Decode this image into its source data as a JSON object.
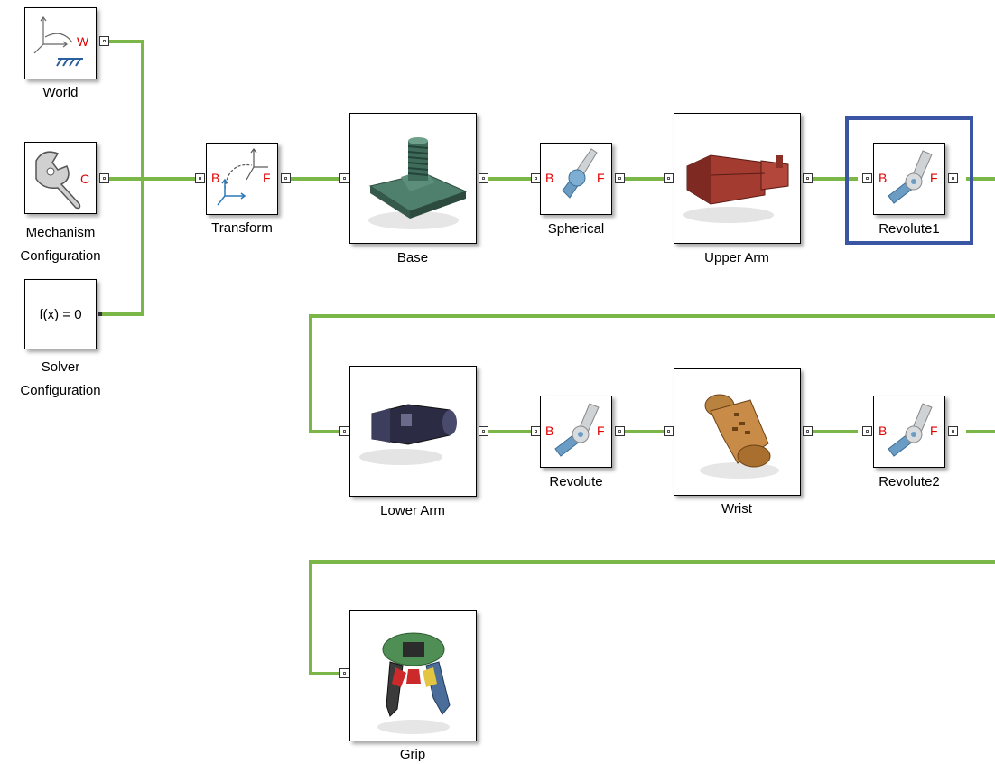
{
  "colors": {
    "wire": "#7ab648",
    "selection": "#3b55a5",
    "port_label": "#e00000"
  },
  "blocks": {
    "world": {
      "label": "World",
      "port_w": "W",
      "icon": "world-frame-icon"
    },
    "mechanism": {
      "label": "Mechanism\nConfiguration",
      "port_c": "C",
      "icon": "wrench-icon"
    },
    "solver": {
      "label": "Solver\nConfiguration",
      "text": "f(x) = 0"
    },
    "transform": {
      "label": "Transform",
      "port_b": "B",
      "port_f": "F",
      "icon": "rigid-transform-icon"
    },
    "base": {
      "label": "Base",
      "icon": "base-part-icon"
    },
    "spherical": {
      "label": "Spherical",
      "port_b": "B",
      "port_f": "F",
      "icon": "spherical-joint-icon"
    },
    "upper_arm": {
      "label": "Upper Arm",
      "icon": "upper-arm-part-icon"
    },
    "revolute1": {
      "label": "Revolute1",
      "port_b": "B",
      "port_f": "F",
      "icon": "revolute-joint-icon"
    },
    "lower_arm": {
      "label": "Lower Arm",
      "icon": "lower-arm-part-icon"
    },
    "revolute": {
      "label": "Revolute",
      "port_b": "B",
      "port_f": "F",
      "icon": "revolute-joint-icon"
    },
    "wrist": {
      "label": "Wrist",
      "icon": "wrist-part-icon"
    },
    "revolute2": {
      "label": "Revolute2",
      "port_b": "B",
      "port_f": "F",
      "icon": "revolute-joint-icon"
    },
    "grip": {
      "label": "Grip",
      "icon": "grip-part-icon"
    }
  }
}
